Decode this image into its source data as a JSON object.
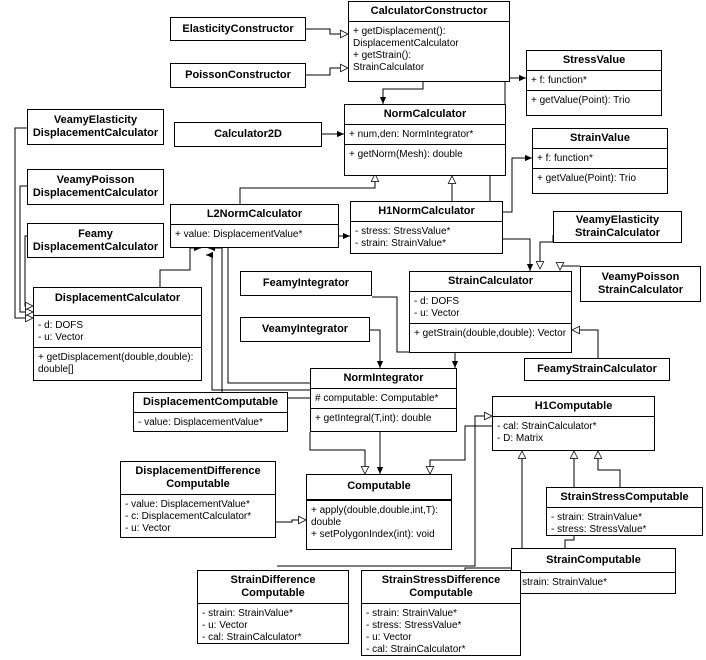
{
  "classes": {
    "calculator_constructor": {
      "name": "CalculatorConstructor",
      "ops": [
        "+ getDisplacement():\nDisplacementCalculator",
        "+ getStrain():\nStrainCalculator"
      ]
    },
    "elasticity_constructor": {
      "name": "ElasticityConstructor"
    },
    "poisson_constructor": {
      "name": "PoissonConstructor"
    },
    "stress_value": {
      "name": "StressValue",
      "attrs": [
        "+ f: function*"
      ],
      "ops": [
        "+ getValue(Point): Trio"
      ]
    },
    "strain_value": {
      "name": "StrainValue",
      "attrs": [
        "+ f: function*"
      ],
      "ops": [
        "+ getValue(Point): Trio"
      ]
    },
    "norm_calculator": {
      "name": "NormCalculator",
      "attrs": [
        "+ num,den: NormIntegrator*"
      ],
      "ops": [
        "+ getNorm(Mesh): double"
      ]
    },
    "calculator_2d": {
      "name": "Calculator2D"
    },
    "veamy_elasticity_displacement_calculator": {
      "name": "VeamyElasticity\nDisplacementCalculator"
    },
    "veamy_poisson_displacement_calculator": {
      "name": "VeamyPoisson\nDisplacementCalculator"
    },
    "feamy_displacement_calculator": {
      "name": "Feamy\nDisplacementCalculator"
    },
    "l2_norm_calculator": {
      "name": "L2NormCalculator",
      "attrs": [
        "+ value: DisplacementValue*"
      ]
    },
    "h1_norm_calculator": {
      "name": "H1NormCalculator",
      "attrs": [
        "- stress: StressValue*",
        "- strain: StrainValue*"
      ]
    },
    "veamy_elasticity_strain_calculator": {
      "name": "VeamyElasticity\nStrainCalculator"
    },
    "veamy_poisson_strain_calculator": {
      "name": "VeamyPoisson\nStrainCalculator"
    },
    "feamy_integrator": {
      "name": "FeamyIntegrator"
    },
    "strain_calculator": {
      "name": "StrainCalculator",
      "attrs": [
        "- d: DOFS",
        "- u: Vector"
      ],
      "ops": [
        "+ getStrain(double,double): Vector"
      ]
    },
    "displacement_calculator": {
      "name": "DisplacementCalculator",
      "attrs": [
        "- d: DOFS",
        "- u: Vector"
      ],
      "ops": [
        "+ getDisplacement(double,double):\ndouble[]"
      ]
    },
    "veamy_integrator": {
      "name": "VeamyIntegrator"
    },
    "feamy_strain_calculator": {
      "name": "FeamyStrainCalculator"
    },
    "norm_integrator": {
      "name": "NormIntegrator",
      "attrs": [
        "# computable: Computable*"
      ],
      "ops": [
        "+ getIntegral(T,int): double"
      ]
    },
    "displacement_computable": {
      "name": "DisplacementComputable",
      "attrs": [
        "- value: DisplacementValue*"
      ]
    },
    "h1_computable": {
      "name": "H1Computable",
      "attrs": [
        "- cal: StrainCalculator*",
        "- D: Matrix"
      ]
    },
    "displacement_difference_computable": {
      "name": "DisplacementDifference\nComputable",
      "attrs": [
        "- value: DisplacementValue*",
        "- c: DisplacementCalculator*",
        "- u: Vector"
      ]
    },
    "computable": {
      "name": "Computable",
      "ops": [
        "+ apply(double,double,int,T):\ndouble",
        "+ setPolygonIndex(int): void"
      ]
    },
    "strain_stress_computable": {
      "name": "StrainStressComputable",
      "attrs": [
        "- strain: StrainValue*",
        "- stress: StressValue*"
      ]
    },
    "strain_computable": {
      "name": "StrainComputable",
      "attrs": [
        "- strain: StrainValue*"
      ]
    },
    "strain_difference_computable": {
      "name": "StrainDifference\nComputable",
      "attrs": [
        "- strain: StrainValue*",
        "- u: Vector",
        "- cal: StrainCalculator*"
      ]
    },
    "strain_stress_difference_computable": {
      "name": "StrainStressDifference\nComputable",
      "attrs": [
        "- strain: StrainValue*",
        "- stress: StressValue*",
        "- u: Vector",
        "- cal: StrainCalculator*"
      ]
    }
  }
}
